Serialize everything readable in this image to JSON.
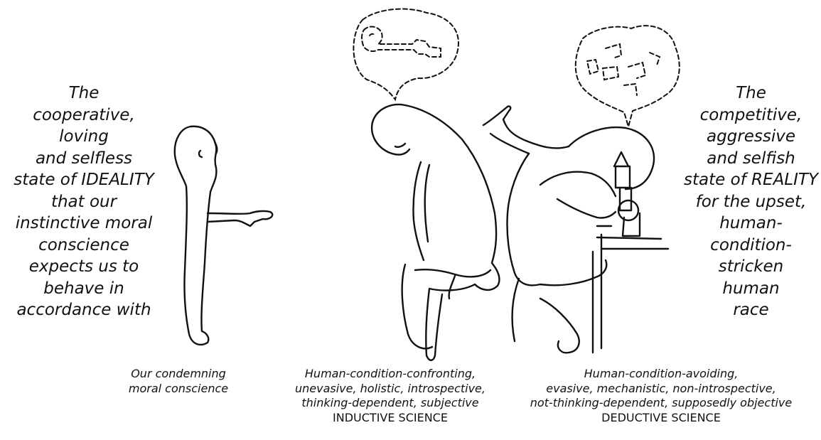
{
  "left_text": {
    "lines": [
      "The",
      "cooperative,",
      "loving",
      "and selfless",
      "state of IDEALITY",
      "that our",
      "instinctive moral",
      "conscience",
      "expects us to",
      "behave in",
      "accordance with"
    ]
  },
  "right_text": {
    "lines": [
      "The",
      "competitive,",
      "aggressive",
      "and selfish",
      "state of REALITY",
      "for the upset,",
      "human-",
      "condition-",
      "stricken",
      "human",
      "race"
    ]
  },
  "captions": {
    "conscience": [
      "Our condemning",
      "moral conscience"
    ],
    "inductive": [
      "Human-condition-confronting,",
      "unevasive, holistic, introspective,",
      "thinking-dependent, subjective",
      "INDUCTIVE SCIENCE"
    ],
    "deductive": [
      "Human-condition-avoiding,",
      "evasive, mechanistic, non-introspective,",
      "not-thinking-dependent, supposedly objective",
      "DEDUCTIVE SCIENCE"
    ]
  },
  "ink_color": "#111111",
  "icons": [
    "key-thought-bubble-icon",
    "broken-key-thought-bubble-icon",
    "microscope-icon"
  ]
}
